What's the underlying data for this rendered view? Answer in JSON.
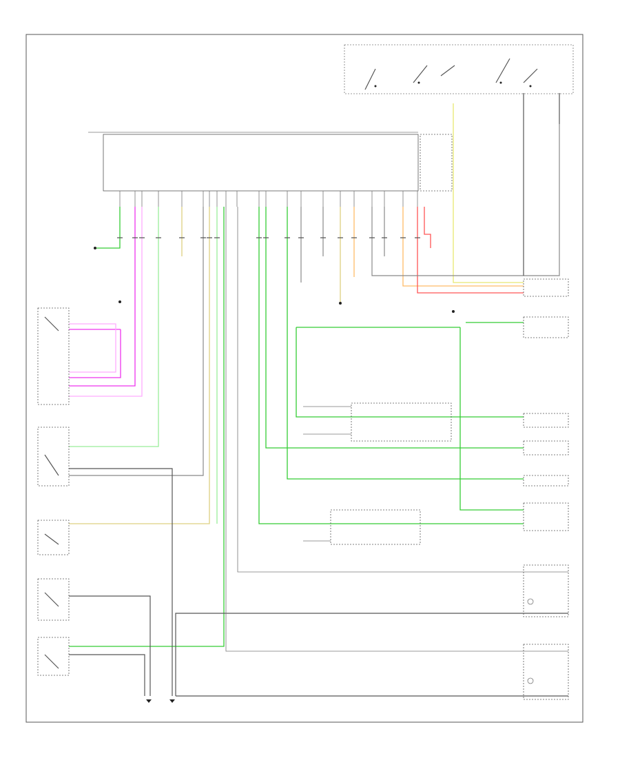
{
  "diagram": {
    "type": "wiring-schematic",
    "colors": {
      "frame": "#555555",
      "green_wire": "#33cc33",
      "light_green_wire": "#99ee99",
      "magenta_wire": "#ee33ee",
      "pink_wire": "#ffaaff",
      "tan_wire": "#ddd080",
      "orange_wire": "#ffbb66",
      "red_wire": "#ff5555",
      "gray_wire": "#888888",
      "black_wire": "#555555"
    },
    "footer_label": "",
    "icons": [
      "ground-symbol",
      "switch-contact",
      "connector-pin",
      "splice-dot"
    ]
  }
}
